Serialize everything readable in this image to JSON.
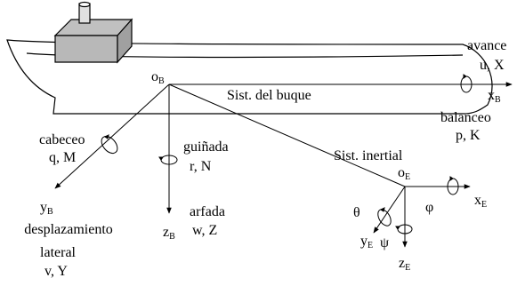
{
  "ship_frame": {
    "origin": {
      "base": "o",
      "sub": "B"
    },
    "system_label": "Sist. del buque",
    "x_axis": {
      "base": "x",
      "sub": "B"
    },
    "y_axis": {
      "base": "y",
      "sub": "B"
    },
    "z_axis": {
      "base": "z",
      "sub": "B"
    }
  },
  "inertial_frame": {
    "system_label": "Sist. inertial",
    "origin": {
      "base": "o",
      "sub": "E"
    },
    "x_axis": {
      "base": "x",
      "sub": "E"
    },
    "y_axis": {
      "base": "y",
      "sub": "E"
    },
    "z_axis": {
      "base": "z",
      "sub": "E"
    },
    "angles": {
      "phi": "φ",
      "theta": "θ",
      "psi": "ψ"
    }
  },
  "motions": {
    "surge": {
      "name": "avance",
      "vars": "u, X"
    },
    "roll": {
      "name": "balanceo",
      "vars": "p, K"
    },
    "pitch": {
      "name": "cabeceo",
      "vars": "q, M"
    },
    "yaw": {
      "name": "guiñada",
      "vars": "r, N"
    },
    "heave": {
      "name": "arfada",
      "vars": "w, Z"
    },
    "sway": {
      "name_line1": "desplazamiento",
      "name_line2": "lateral",
      "vars": "v, Y"
    }
  }
}
